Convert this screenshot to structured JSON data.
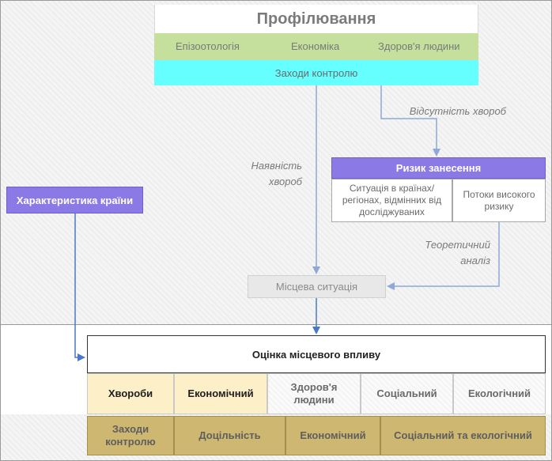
{
  "profiling": {
    "title": "Профілювання",
    "tabs": [
      "Епізоотологія",
      "Економіка",
      "Здоров'я людини"
    ],
    "control": "Заходи контролю"
  },
  "labels": {
    "absence": "Відсутність хвороб",
    "presence_line1": "Наявність",
    "presence_line2": "хвороб",
    "theoretical_line1": "Теоретичний",
    "theoretical_line2": "аналіз"
  },
  "risk": {
    "title": "Ризик занесення",
    "cells": [
      [
        "Ситуація в країнах/",
        "регіонах, відмінних від",
        "досліджуваних"
      ],
      [
        "Потоки високого",
        "ризику"
      ]
    ]
  },
  "country": {
    "title": "Характеристика країни"
  },
  "local": {
    "title": "Місцева ситуація"
  },
  "assessment": {
    "title": "Оцінка місцевого впливу",
    "row1": [
      [
        "Хвороби"
      ],
      [
        "Економічний"
      ],
      [
        "Здоров'я",
        "людини"
      ],
      [
        "Соціальний"
      ],
      [
        "Екологічний"
      ]
    ],
    "row2": [
      [
        "Заходи",
        "контролю"
      ],
      [
        "Доцільність"
      ],
      [
        "Економічний"
      ],
      [
        "Соціальний та екологічний"
      ]
    ]
  },
  "colors": {
    "green": "#c4e09c",
    "cyan": "#66ffff",
    "violet": "#8b7ae6",
    "cream": "#fdefc8",
    "tan": "#cdb771",
    "arrow": "#8fa8d8",
    "arrow_dark": "#4a78c8"
  }
}
